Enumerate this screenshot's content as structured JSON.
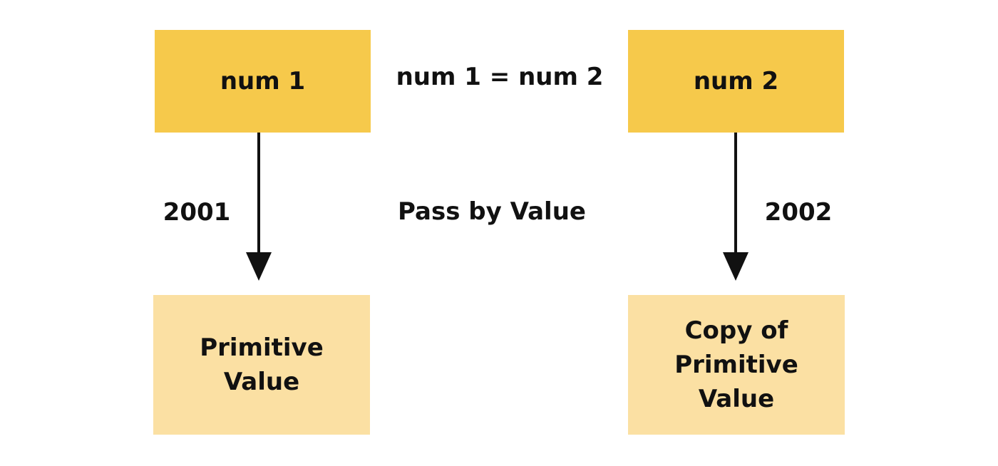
{
  "diagram": {
    "title": "Pass by Value",
    "assignment_expression": "num 1 = num 2",
    "left": {
      "variable": "num 1",
      "address": "2001",
      "value": "Primitive\nValue"
    },
    "right": {
      "variable": "num 2",
      "address": "2002",
      "value": "Copy of\nPrimitive\nValue"
    },
    "colors": {
      "variable_box": "#F6C94B",
      "value_box": "#FBE0A3",
      "arrow": "#111111",
      "text": "#111111"
    }
  }
}
